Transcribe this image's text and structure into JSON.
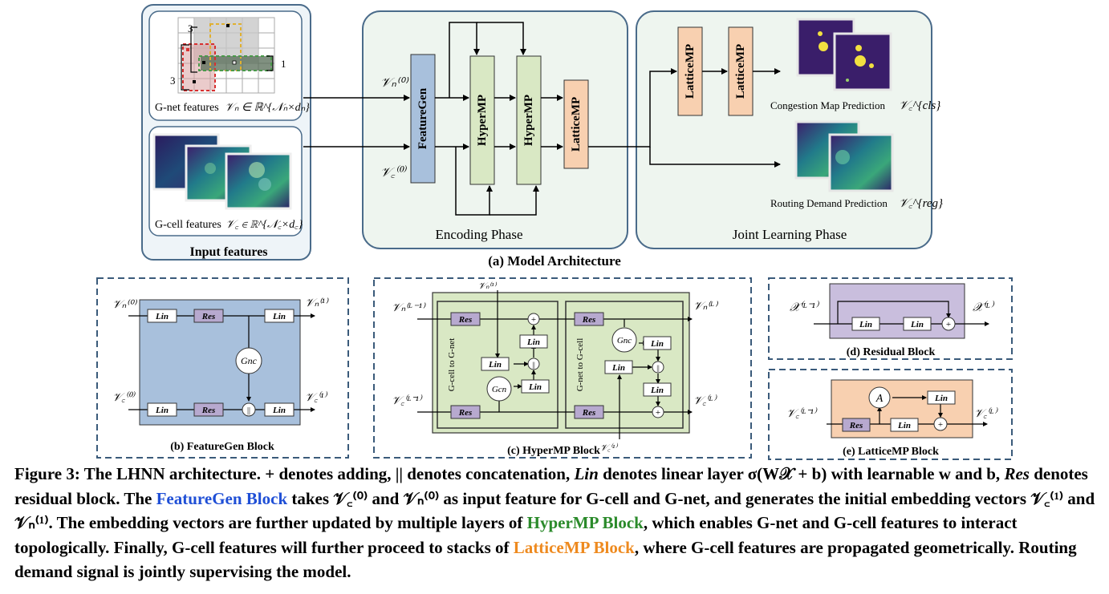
{
  "figure": {
    "panel_a": {
      "title": "(a) Model Architecture",
      "input_features": {
        "title": "Input features",
        "gnet_caption": "G-net features",
        "gnet_math": "𝒱ₙ ∈ ℝ^{𝒩ₙ×dₙ}",
        "gcell_caption": "G-cell features",
        "gcell_math": "𝒱꜀ ∈ ℝ^{𝒩꜀×d꜀}",
        "grid_labels": [
          "3",
          "3",
          "1"
        ]
      },
      "encoding": {
        "title": "Encoding Phase",
        "featuregen": "FeatureGen",
        "hypermp1": "HyperMP",
        "hypermp2": "HyperMP",
        "latticemp": "LatticeMP",
        "vn0": "𝒱ₙ⁽⁰⁾",
        "vc0": "𝒱꜀⁽⁰⁾"
      },
      "joint": {
        "title": "Joint Learning Phase",
        "latticemp1": "LatticeMP",
        "latticemp2": "LatticeMP",
        "congestion": "Congestion Map Prediction",
        "congestion_sym": "𝒱꜀^{cls}",
        "routing": "Routing Demand Prediction",
        "routing_sym": "𝒱꜀^{reg}"
      }
    },
    "panel_b": {
      "title": "(b) FeatureGen Block",
      "lin": "Lin",
      "res": "Res",
      "gnc": "Gnc",
      "concat": "||",
      "in_n": "𝒱ₙ⁽⁰⁾",
      "in_c": "𝒱꜀⁽⁰⁾",
      "out_n": "𝒱ₙ⁽¹⁾",
      "out_c": "𝒱꜀⁽¹⁾"
    },
    "panel_c": {
      "title": "(c) HyperMP Block",
      "lin": "Lin",
      "res": "Res",
      "gcn": "Gcn",
      "gnc": "Gnc",
      "left_label": "G-cell to G-net",
      "right_label": "G-net to G-cell",
      "in_n": "𝒱ₙ⁽ᴸ⁻¹⁾",
      "in_c": "𝒱꜀⁽ᴸ⁻¹⁾",
      "out_n": "𝒱ₙ⁽ᴸ⁾",
      "out_c": "𝒱꜀⁽ᴸ⁾",
      "top_in": "𝒱ₙ⁽¹⁾",
      "bottom_in": "𝒱꜀⁽¹⁾"
    },
    "panel_d": {
      "title": "(d) Residual Block",
      "lin": "Lin",
      "in": "𝒳⁽ᴸ⁻¹⁾",
      "out": "𝒳⁽ᴸ⁾"
    },
    "panel_e": {
      "title": "(e) LatticeMP Block",
      "lin": "Lin",
      "res": "Res",
      "a": "A",
      "in": "𝒱꜀⁽ᴸ⁻¹⁾",
      "out": "𝒱꜀⁽ᴸ⁾"
    }
  },
  "caption": {
    "p1": "Figure 3: The LHNN architecture. + denotes adding, || denotes concatenation, ",
    "lin": "Lin",
    "p2": " denotes linear layer σ(W𝒳 + b) with learnable w and b, ",
    "res": "Res",
    "p3": " denotes residual block. The ",
    "featuregen": "FeatureGen Block",
    "p4": " takes 𝒱꜀⁽⁰⁾ and 𝒱ₙ⁽⁰⁾ as input feature for G-cell and G-net, and generates the initial embedding vectors 𝒱꜀⁽¹⁾ and 𝒱ₙ⁽¹⁾. The embedding vectors are further updated by multiple layers of ",
    "hypermp": "HyperMP Block",
    "p5": ", which enables G-net and G-cell features to interact topologically. Finally, G-cell features will further proceed to stacks of ",
    "latticemp": "LatticeMP Block",
    "p6": ", where G-cell features are propagated geometrically. Routing demand signal is jointly supervising the model."
  },
  "colors": {
    "panel_border": "#4a6b8a",
    "panel_fill": "#eef5ef",
    "featuregen": "#a8c0dc",
    "hypermp": "#d9e8c4",
    "latticemp": "#f8d0b0",
    "residual": "#c9bedd",
    "res_box": "#b7a9cf",
    "dashed": "#3a5a7a"
  }
}
